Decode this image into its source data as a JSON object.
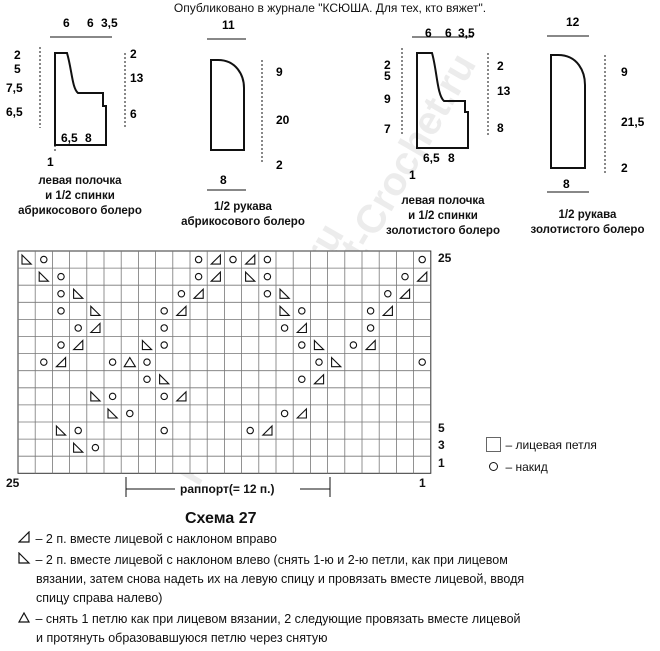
{
  "publication_note": "Опубликовано в журнале \"КСЮША. Для тех, кто вяжет\".",
  "watermark_text": "Knit-Crochet.ru",
  "patterns": {
    "apricot_front": {
      "top_widths": [
        "6",
        "6",
        "3,5"
      ],
      "left_dims": [
        "2",
        "5",
        "7,5",
        "6,5"
      ],
      "right_dims": [
        "2",
        "13",
        "6"
      ],
      "bottom_dims": [
        "6,5",
        "8"
      ],
      "bottom_left": "1",
      "caption": [
        "левая полочка",
        "и 1/2 спинки",
        "абрикосового болеро"
      ]
    },
    "apricot_sleeve": {
      "top_width": "11",
      "right_dims": [
        "9",
        "20",
        "2"
      ],
      "bottom_width": "8",
      "caption": [
        "1/2 рукава",
        "абрикосового болеро"
      ]
    },
    "gold_front": {
      "top_widths": [
        "6",
        "6",
        "3,5"
      ],
      "left_dims": [
        "2",
        "5",
        "9",
        "7"
      ],
      "right_dims": [
        "2",
        "13",
        "8"
      ],
      "bottom_dims": [
        "6,5",
        "8"
      ],
      "bottom_left": "1",
      "caption": [
        "левая полочка",
        "и 1/2 спинки",
        "золотистого болеро"
      ]
    },
    "gold_sleeve": {
      "top_width": "12",
      "right_dims": [
        "9",
        "21,5",
        "2"
      ],
      "bottom_width": "8",
      "caption": [
        "1/2 рукава",
        "золотистого болеро"
      ]
    }
  },
  "chart": {
    "columns": 24,
    "rows": 13,
    "row_labels": [
      {
        "row": 1,
        "text": "1"
      },
      {
        "row": 3,
        "text": "3"
      },
      {
        "row": 5,
        "text": "5"
      },
      {
        "row": 25,
        "text": "25"
      }
    ],
    "bottom_left_label": "25",
    "bottom_right_label": "1",
    "repeat_label": "раппорт(= 12 п.)",
    "title": "Схема 27",
    "grid_rows": [
      "l o . . . . . . . . o r o r o . . . . . . . . o",
      ". l o . . . . . . . o r . l o . . . . . . . o r",
      ". . o l . . . . . o r . . . o l . . . . . o r .",
      ". . o . l . . . o r . . . . . l o . . . o r . .",
      ". . . o r . . . o . . . . . . o r . . . o . . .",
      ". . o r . . . l o . . . . . . . o l . o r . . .",
      ". o r . . o t o . . . . . . . . . o l . . . . o",
      ". . . . . . . o l . . . . . . . o r . . . . . .",
      ". . . . l o . . o r . . . . . . . . . . . . . .",
      ". . . . . l o . . . . . . . . o r . . . . . . .",
      ". . l o . . . . o . . . . o r . . . . . . . . .",
      ". . . l o . . . . . . . . . . . . . . . . . . .",
      ". . . . . . . . . . . . . . . . . . . . . . . ."
    ]
  },
  "legend_right": [
    {
      "symbol": "box",
      "text": "– лицевая петля"
    },
    {
      "symbol": "circle",
      "text": "– накид"
    }
  ],
  "legend_bottom": [
    {
      "symbol": "right-slant",
      "lines": [
        "– 2 п. вместе лицевой с наклоном вправо"
      ]
    },
    {
      "symbol": "left-slant",
      "lines": [
        "– 2 п. вместе лицевой с наклоном влево (снять 1-ю и 2-ю петли, как при лицевом",
        "вязании, затем снова надеть их на левую спицу и провязать вместе лицевой, вводя",
        "спицу справа налево)"
      ]
    },
    {
      "symbol": "triangle",
      "lines": [
        "– снять 1 петлю как при лицевом вязании, 2 следующие провязать вместе  лицевой",
        "и протянуть образовавшуюся петлю через снятую"
      ]
    }
  ]
}
